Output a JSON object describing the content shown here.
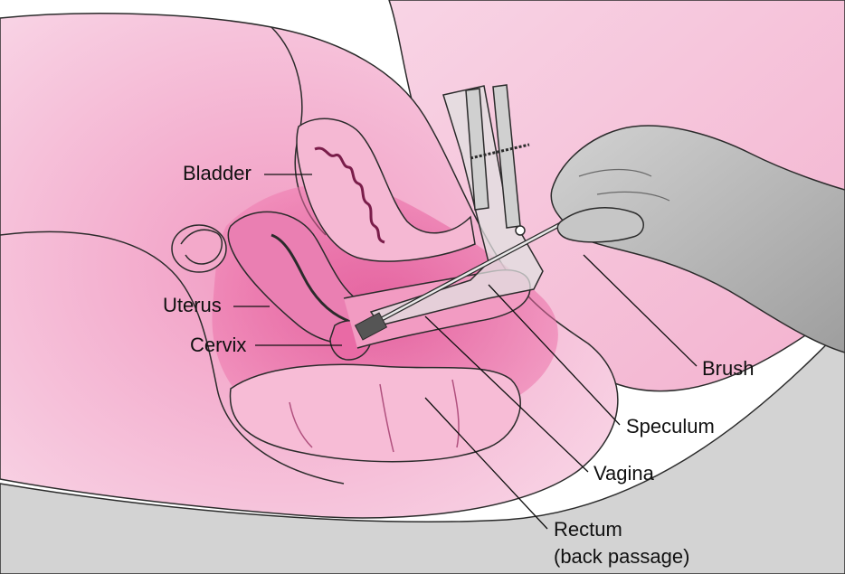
{
  "labels": {
    "bladder": "Bladder",
    "uterus": "Uterus",
    "cervix": "Cervix",
    "brush": "Brush",
    "speculum": "Speculum",
    "vagina": "Vagina",
    "rectum": "Rectum",
    "rectum_note": "(back passage)"
  },
  "colors": {
    "background": "#ffffff",
    "body_pink": "#f6c6dc",
    "deep_pink": "#e2498f",
    "tissue_mid": "#ec8bb8",
    "table_grey": "#d3d3d3",
    "hand_grey": "#bdbdbd",
    "instrument_grey": "#e0e0e0",
    "outline": "#2b2b2b"
  }
}
